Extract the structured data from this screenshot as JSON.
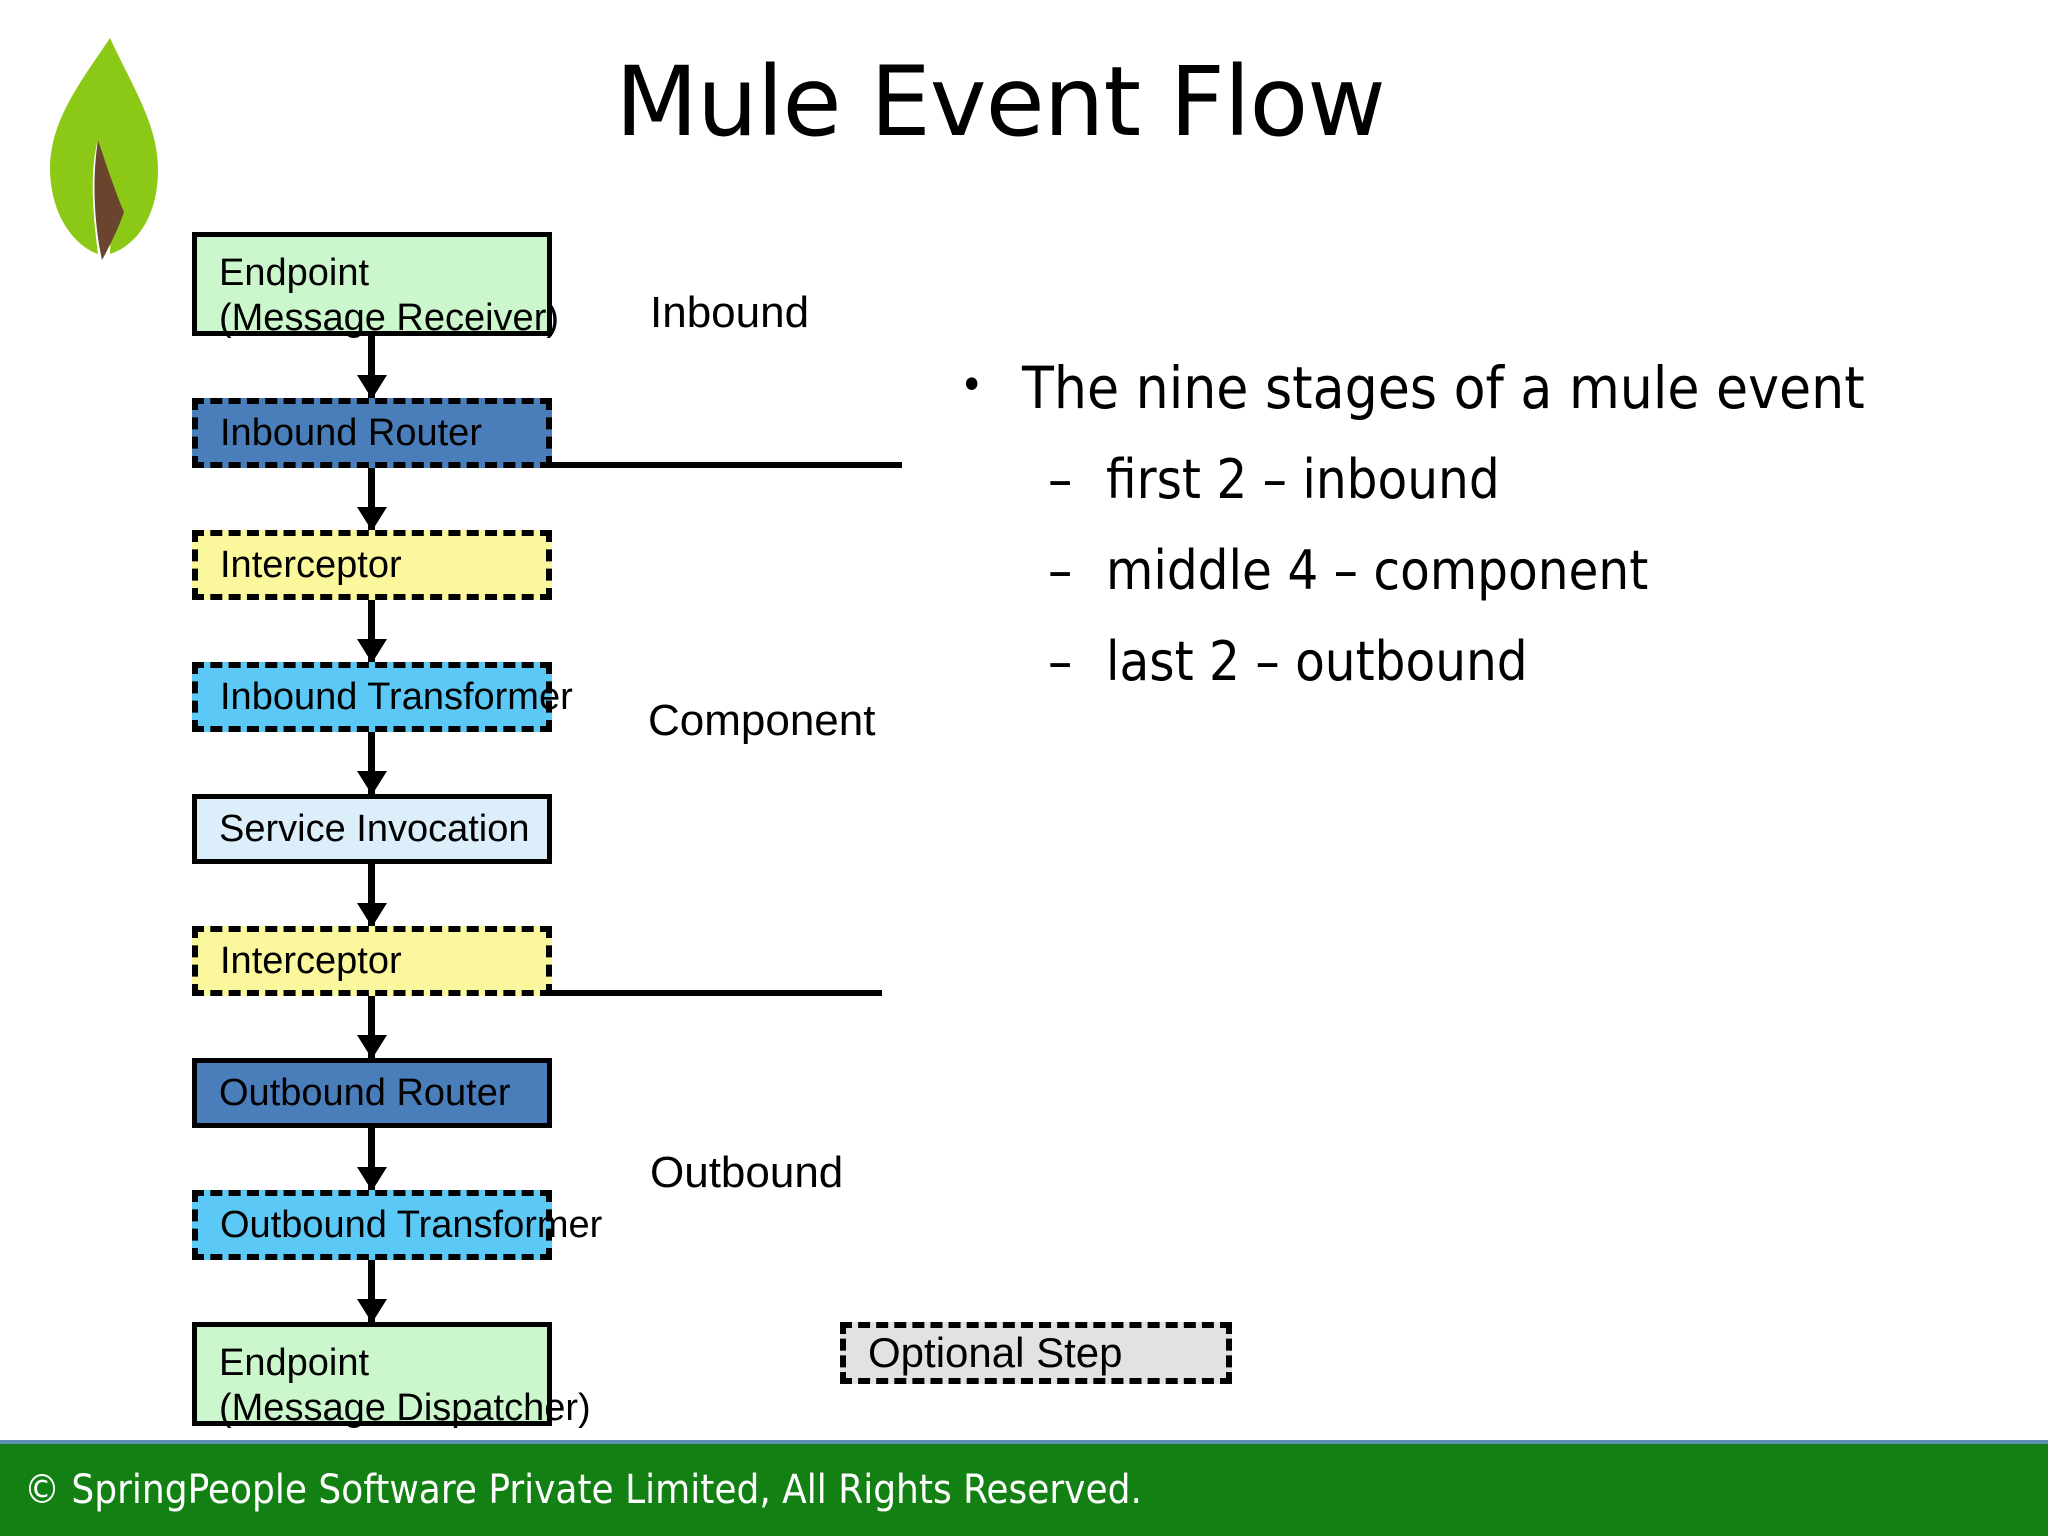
{
  "slide": {
    "title": "Mule Event Flow",
    "logo_icon": "springpeople-leaf-logo"
  },
  "flow": {
    "nodes": [
      {
        "id": "endpoint-receiver",
        "line1": "Endpoint",
        "line2": "(Message Receiver)",
        "fill": "#ccf7cc",
        "border": "solid",
        "optional": false
      },
      {
        "id": "inbound-router",
        "line1": "Inbound Router",
        "line2": "",
        "fill": "#4a7ebb",
        "border": "dashed",
        "optional": true
      },
      {
        "id": "interceptor-1",
        "line1": "Interceptor",
        "line2": "",
        "fill": "#fbf79c",
        "border": "dashed",
        "optional": true
      },
      {
        "id": "inbound-transformer",
        "line1": "Inbound Transformer",
        "line2": "",
        "fill": "#5bc8f5",
        "border": "dashed",
        "optional": true
      },
      {
        "id": "service-invocation",
        "line1": "Service Invocation",
        "line2": "",
        "fill": "#ddeefb",
        "border": "solid",
        "optional": false
      },
      {
        "id": "interceptor-2",
        "line1": "Interceptor",
        "line2": "",
        "fill": "#fbf79c",
        "border": "dashed",
        "optional": true
      },
      {
        "id": "outbound-router",
        "line1": "Outbound Router",
        "line2": "",
        "fill": "#4a7ebb",
        "border": "solid",
        "optional": false
      },
      {
        "id": "outbound-transformer",
        "line1": "Outbound Transformer",
        "line2": "",
        "fill": "#5bc8f5",
        "border": "dashed",
        "optional": true
      },
      {
        "id": "endpoint-dispatcher",
        "line1": "Endpoint",
        "line2": "(Message Dispatcher)",
        "fill": "#ccf7cc",
        "border": "solid",
        "optional": false
      }
    ],
    "zones": [
      {
        "id": "inbound",
        "label": "Inbound"
      },
      {
        "id": "component",
        "label": "Component"
      },
      {
        "id": "outbound",
        "label": "Outbound"
      }
    ]
  },
  "bullets": {
    "level1": "The nine stages of a mule event",
    "bullet_glyph": "•",
    "dash_glyph": "–",
    "level2": [
      "first 2 – inbound",
      "middle 4 – component",
      "last 2 – outbound"
    ]
  },
  "legend": {
    "label": "Optional Step",
    "fill": "#e2e2e2"
  },
  "footer": {
    "text": "© SpringPeople Software Private Limited, All Rights Reserved.",
    "background": "#128012"
  }
}
